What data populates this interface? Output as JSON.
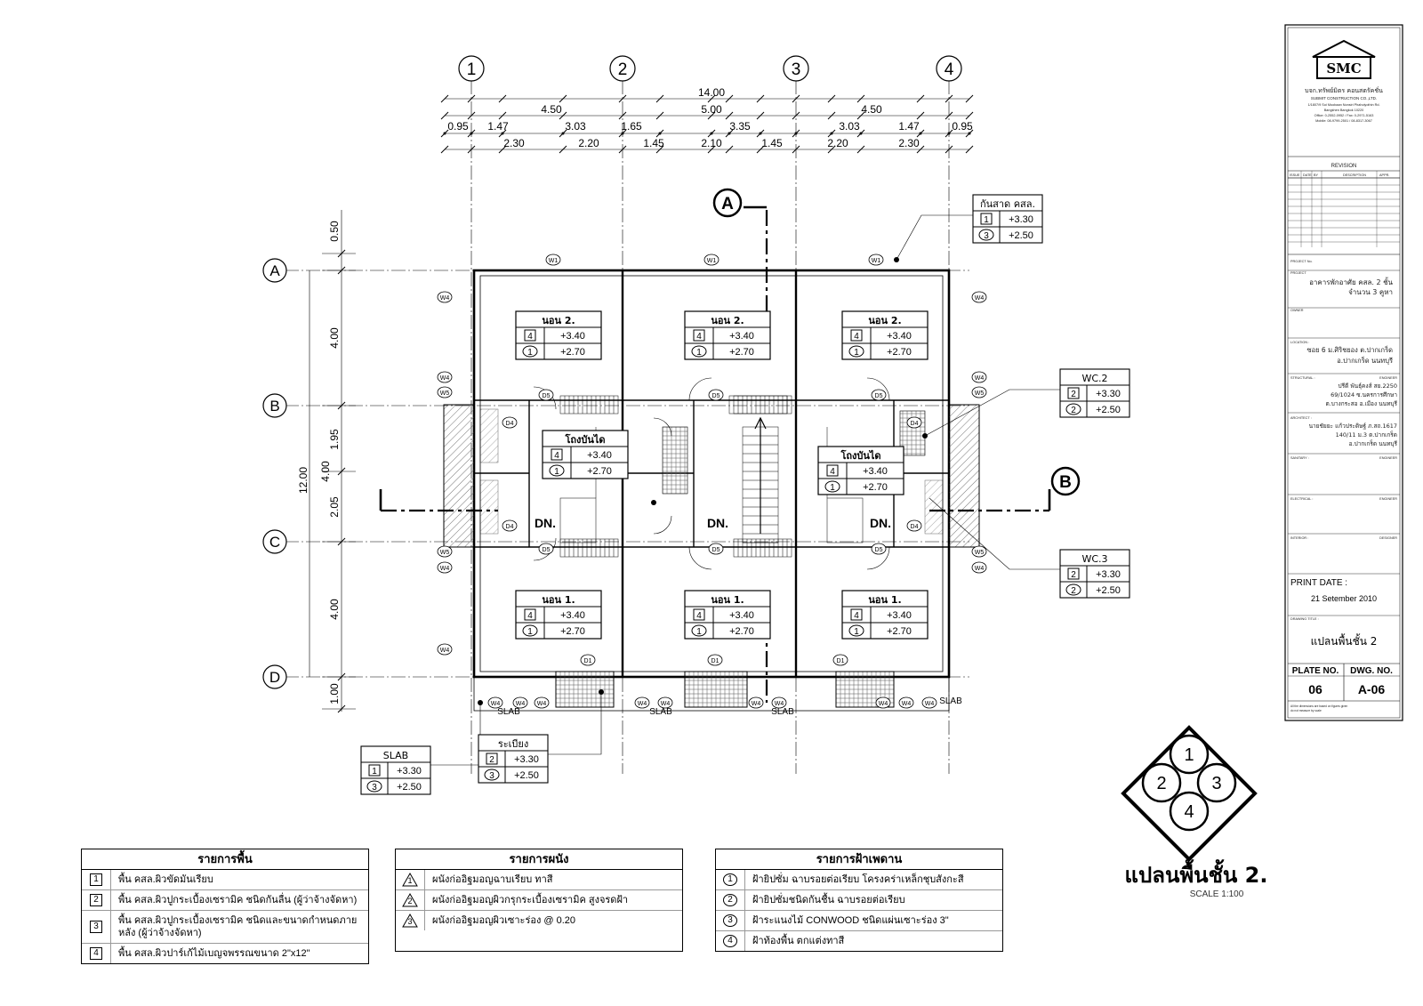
{
  "grid_x": [
    "1",
    "2",
    "3",
    "4"
  ],
  "grid_y": [
    "A",
    "B",
    "C",
    "D"
  ],
  "dims_top": {
    "overall": "14.00",
    "row2": [
      "4.50",
      "5.00",
      "4.50"
    ],
    "row3": [
      "0.95",
      "1.47",
      "3.03",
      "1.65",
      "3.35",
      "3.03",
      "1.47",
      "0.95"
    ],
    "row4": [
      "2.30",
      "2.20",
      "1.45",
      "2.10",
      "1.45",
      "2.20",
      "2.30"
    ]
  },
  "dims_left": {
    "overall": "12.00",
    "col1": [
      "0.50",
      "4.00",
      "1.95",
      "2.05",
      "4.00",
      "1.00"
    ],
    "col2": [
      "4.00"
    ]
  },
  "section_marks": [
    "A",
    "B"
  ],
  "rooms": {
    "bed2": "นอน 2.",
    "bed1": "นอน 1.",
    "stair_hall": "โถงบันได",
    "dn": "DN."
  },
  "room_levels": {
    "ceiling": "+3.40",
    "floor": "+2.70"
  },
  "tags": {
    "window": "W1",
    "w4": "W4",
    "w5": "W5",
    "d1": "D1",
    "d4": "D4",
    "d5": "D5",
    "slab": "SLAB"
  },
  "callouts": {
    "canopy": {
      "title": "กันสาด คสล.",
      "rows": [
        {
          "code": "1",
          "shape": "box",
          "level": "+3.30"
        },
        {
          "code": "3",
          "shape": "circle",
          "level": "+2.50"
        }
      ]
    },
    "wc2": {
      "title": "WC.2",
      "rows": [
        {
          "code": "2",
          "shape": "box",
          "level": "+3.30"
        },
        {
          "code": "2",
          "shape": "circle",
          "level": "+2.50"
        }
      ]
    },
    "wc3": {
      "title": "WC.3",
      "rows": [
        {
          "code": "2",
          "shape": "box",
          "level": "+3.30"
        },
        {
          "code": "2",
          "shape": "circle",
          "level": "+2.50"
        }
      ]
    },
    "slab": {
      "title": "SLAB",
      "rows": [
        {
          "code": "1",
          "shape": "box",
          "level": "+3.30"
        },
        {
          "code": "3",
          "shape": "circle",
          "level": "+2.50"
        }
      ]
    },
    "balcony": {
      "title": "ระเบียง",
      "rows": [
        {
          "code": "2",
          "shape": "box",
          "level": "+3.30"
        },
        {
          "code": "3",
          "shape": "circle",
          "level": "+2.50"
        }
      ]
    }
  },
  "legend_floor": {
    "title": "รายการพื้น",
    "items": [
      {
        "code": "1",
        "text": "พื้น คสล.ผิวขัดมันเรียบ"
      },
      {
        "code": "2",
        "text": "พื้น คสล.ผิวปูกระเบื้องเซรามิค ชนิดกันลื่น (ผู้ว่าจ้างจัดหา)"
      },
      {
        "code": "3",
        "text": "พื้น คสล.ผิวปูกระเบื้องเซรามิค ชนิดและขนาดกำหนดภายหลัง (ผู้ว่าจ้างจัดหา)"
      },
      {
        "code": "4",
        "text": "พื้น คสล.ผิวปาร์เก้ไม้เบญจพรรณขนาด 2\"x12\""
      }
    ]
  },
  "legend_wall": {
    "title": "รายการผนัง",
    "items": [
      {
        "code": "1",
        "text": "ผนังก่ออิฐมอญฉาบเรียบ ทาสี"
      },
      {
        "code": "2",
        "text": "ผนังก่ออิฐมอญผิวกรุกระเบื้องเซรามิค สูงจรดฝ้า"
      },
      {
        "code": "3",
        "text": "ผนังก่ออิฐมอญผิวเซาะร่อง @ 0.20"
      }
    ]
  },
  "legend_ceiling": {
    "title": "รายการฝ้าเพดาน",
    "items": [
      {
        "code": "1",
        "text": "ฝ้ายิปซั่ม ฉาบรอยต่อเรียบ โครงคร่าเหล็กชุบสังกะสี"
      },
      {
        "code": "2",
        "text": "ฝ้ายิปซั่มชนิดกันชื้น ฉาบรอยต่อเรียบ"
      },
      {
        "code": "3",
        "text": "ฝ้าระแนงไม้ CONWOOD ชนิดแผ่นเซาะร่อง 3\""
      },
      {
        "code": "4",
        "text": "ฝ้าท้องพื้น ตกแต่งทาสี"
      }
    ]
  },
  "drawing_title": {
    "main": "แปลนพื้นชั้น 2.",
    "scale": "SCALE   1:100"
  },
  "key_plan": [
    "1",
    "2",
    "3",
    "4"
  ],
  "title_block": {
    "logo": "SMC",
    "company_th": "บจก.ทรัพย์มิตร คอนสตรัคชั่น",
    "company_en": "SUBMIT CONSTRUCTION CO.,LTD.",
    "address": [
      "1/1807/9 Soi Moobaan Nonsiri Phaholyothin Rd.",
      "Bangkhen Bangkok 10220",
      "Office: 0-2552-0952 / Fax: 0-2971-5163",
      "Mobile: 08-9799-2501 / 08-8317-3067"
    ],
    "revision_title": "REVISION",
    "revision_cols": [
      "ISSUE",
      "DATE",
      "BY",
      "DESCRIPTION",
      "APPR."
    ],
    "project_no_label": "PROJECT No.",
    "project_label": "PROJECT",
    "project": [
      "อาคารพักอาศัย คสล. 2 ชั้น",
      "จำนวน 3 คูหา"
    ],
    "owner_label": "OWNER",
    "location_label": "LOCATION :",
    "location": [
      "ซอย 6 ม.ศิริชยอง ต.ปากเกร็ด",
      "อ.ปากเกร็ด นนทบุรี"
    ],
    "structural_label": "STRUCTURAL :",
    "engineer_label": "ENGINEER",
    "structural": [
      "ปรีดี พันธุ์คงส์ สย.2250",
      "69/1024 ซ.นครการศึกษา",
      "ต.บางกระสอ อ.เมือง นนทบุรี"
    ],
    "architect_label": "ARCHITECT :",
    "architect": [
      "นายชัยยะ แก้วประดิษฐ์ ภ.สถ.1617",
      "140/11 ม.3 ต.ปากเกร็ด",
      "อ.ปากเกร็ด นนทบุรี"
    ],
    "sanitary_label": "SANITARY :",
    "electrical_label": "ELECTRICAL :",
    "interior_label": "INTERIOR :",
    "designer_label": "DESIGNER",
    "print_date_label": "PRINT DATE :",
    "print_date": "21 Setember 2010",
    "drawing_title_label": "DRAWING TITLE :",
    "drawing_title": "แปลนพื้นชั้น 2",
    "plate_no_label": "PLATE NO.",
    "dwg_no_label": "DWG. NO.",
    "plate_no": "06",
    "dwg_no": "A-06",
    "note": [
      "All the dimensions are based on figures given",
      "do not measure by scale"
    ]
  }
}
